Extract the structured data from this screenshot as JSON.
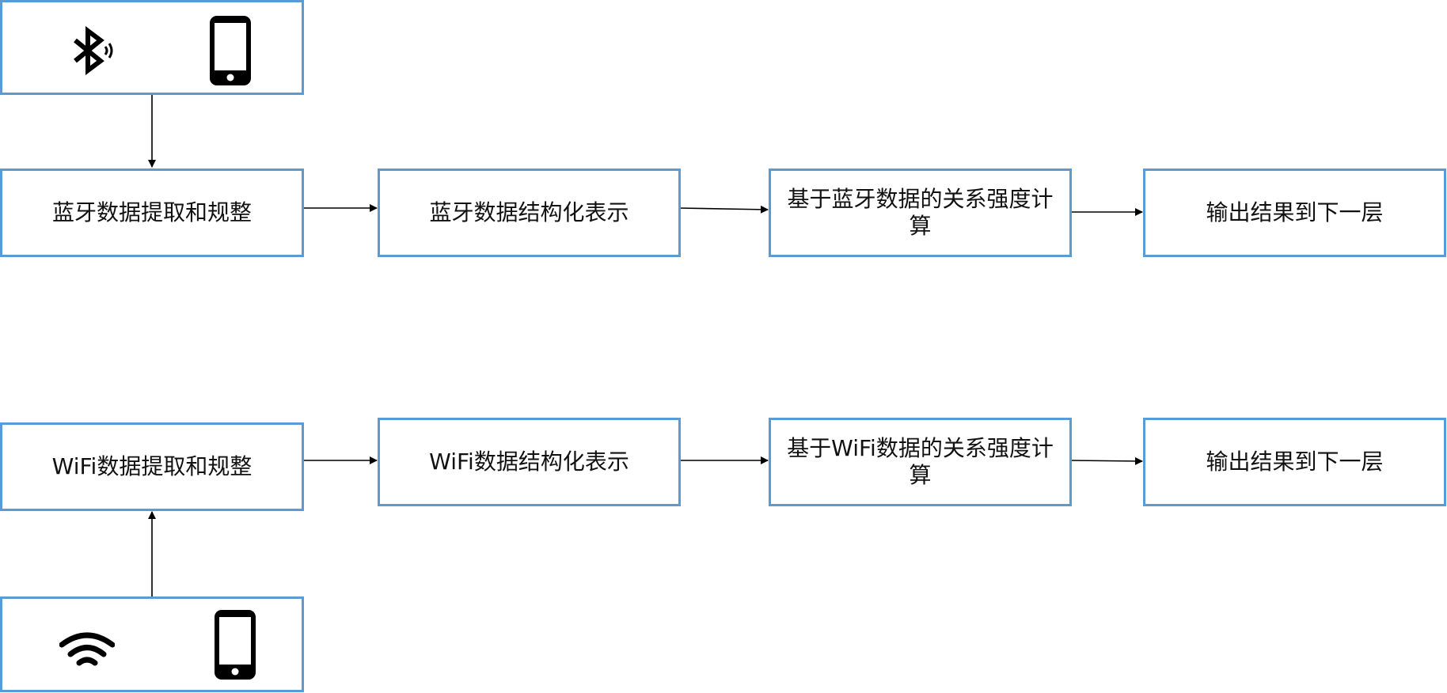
{
  "bluetooth_row": {
    "source_icons": [
      "bluetooth-icon",
      "smartphone-icon"
    ],
    "steps": [
      "蓝牙数据提取和规整",
      "蓝牙数据结构化表示",
      "基于蓝牙数据的关系强度计算",
      "输出结果到下一层"
    ]
  },
  "wifi_row": {
    "source_icons": [
      "wifi-icon",
      "smartphone-icon"
    ],
    "steps": [
      "WiFi数据提取和规整",
      "WiFi数据结构化表示",
      "基于WiFi数据的关系强度计算",
      "输出结果到下一层"
    ]
  },
  "colors": {
    "box_border": "#5b9bd5",
    "arrow": "#000000",
    "text": "#111111"
  }
}
